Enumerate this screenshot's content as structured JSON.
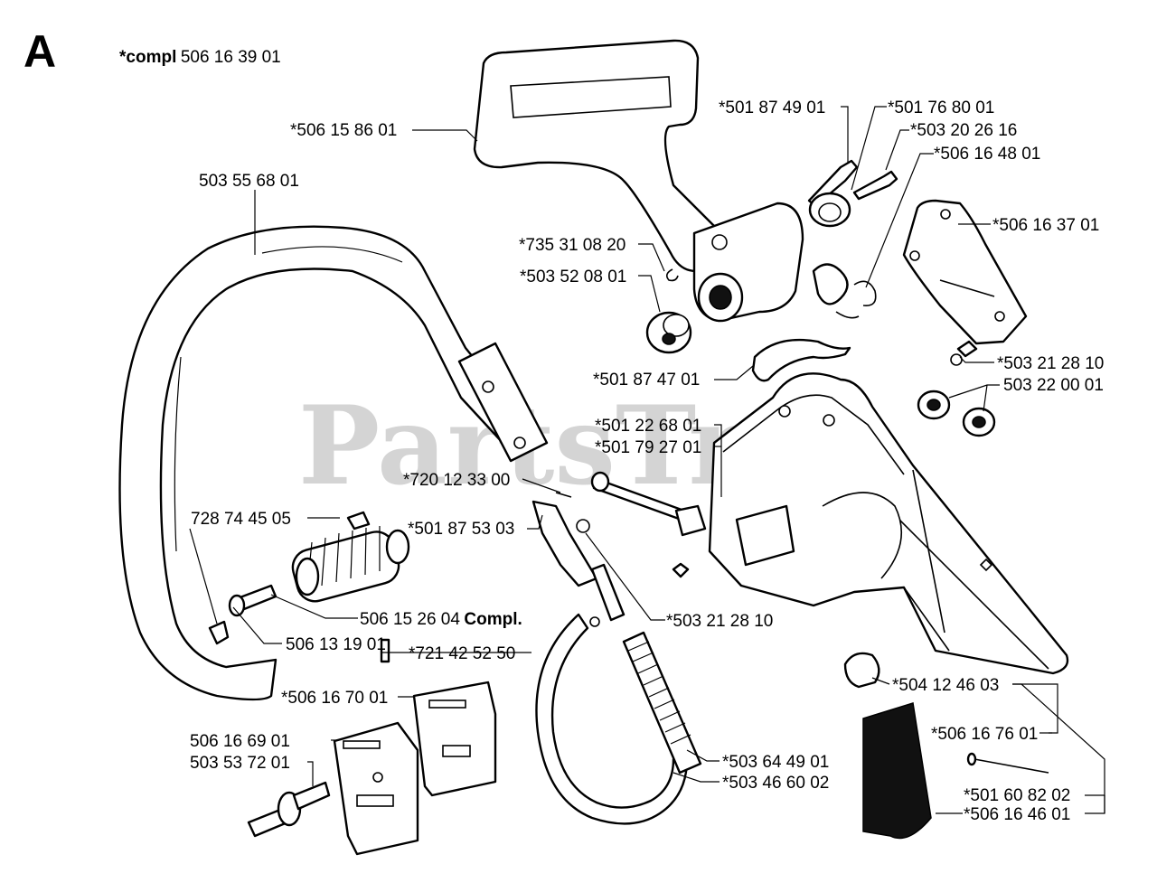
{
  "diagram": {
    "section_letter": "A",
    "assembly": {
      "prefix": "*compl",
      "number": "506 16 39 01"
    },
    "watermark": "PartsTree",
    "callouts": [
      {
        "id": "handle",
        "number": "*506 15 86 01"
      },
      {
        "id": "front-handle",
        "number": "503 55 68 01"
      },
      {
        "id": "screw-top",
        "number": "*501 87 49 01"
      },
      {
        "id": "bushing-top",
        "number": "*501 76 80 01"
      },
      {
        "id": "screw-small",
        "number": "*503 20 26 16"
      },
      {
        "id": "spring",
        "number": "*506 16 48 01"
      },
      {
        "id": "guard-plate",
        "number": "*506 16 37 01"
      },
      {
        "id": "washer-clip",
        "number": "*735 31 08 20"
      },
      {
        "id": "pivot-bushing",
        "number": "*503 52 08 01"
      },
      {
        "id": "screw-plate",
        "number": "*503 21 28 10"
      },
      {
        "id": "nuts",
        "number": "503 22 00 01"
      },
      {
        "id": "lever-spring",
        "number": "*501 87 47 01"
      },
      {
        "id": "tensioner-nut",
        "number": "*501 22 68 01"
      },
      {
        "id": "tensioner-screw",
        "number": "*501 79 27 01"
      },
      {
        "id": "pin",
        "number": "*720 12 33 00"
      },
      {
        "id": "link-arm",
        "number": "*501 87 53 03"
      },
      {
        "id": "rubber-plug",
        "number": "728 74 45 05"
      },
      {
        "id": "av-element",
        "number": "506 15 26 04",
        "suffix": "Compl."
      },
      {
        "id": "av-screw",
        "number": "506 13 19 01"
      },
      {
        "id": "screw-link",
        "number": "*503 21 28 10"
      },
      {
        "id": "pin-band",
        "number": "*721 42 52 50"
      },
      {
        "id": "plate-rear",
        "number": "*506 16 70 01"
      },
      {
        "id": "plate-front",
        "number": "506 16 69 01"
      },
      {
        "id": "stud",
        "number": "503 53 72 01"
      },
      {
        "id": "cap",
        "number": "*504 12 46 03"
      },
      {
        "id": "cover",
        "number": "*506 16 76 01"
      },
      {
        "id": "coil-spring",
        "number": "*503 64 49 01"
      },
      {
        "id": "brake-band",
        "number": "*503 46 60 02"
      },
      {
        "id": "rivet",
        "number": "*501 60 82 02"
      },
      {
        "id": "strip",
        "number": "*506 16 46 01"
      }
    ]
  }
}
